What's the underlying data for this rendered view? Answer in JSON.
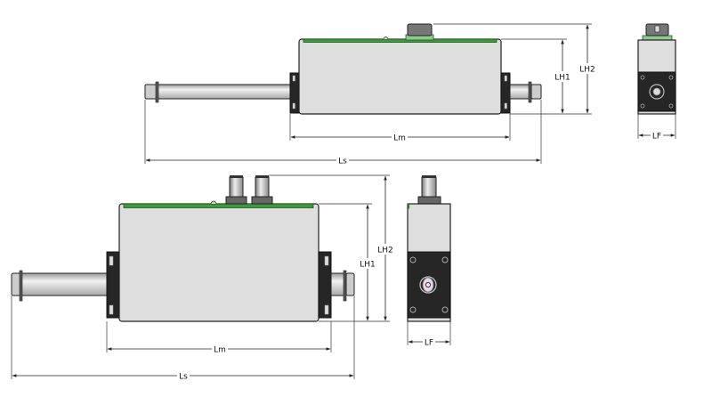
{
  "top_view": {
    "labels": {
      "lh1": "LH1",
      "lh2": "LH2",
      "lm": "Lm",
      "ls": "Ls",
      "lf": "LF"
    }
  },
  "bottom_view": {
    "labels": {
      "lh1": "LH1",
      "lh2": "LH2",
      "lm": "Lm",
      "ls": "Ls",
      "lf": "LF"
    }
  },
  "colors": {
    "body": "#dedede",
    "accent_strip": "#3e9a3e",
    "flange": "#262626"
  }
}
